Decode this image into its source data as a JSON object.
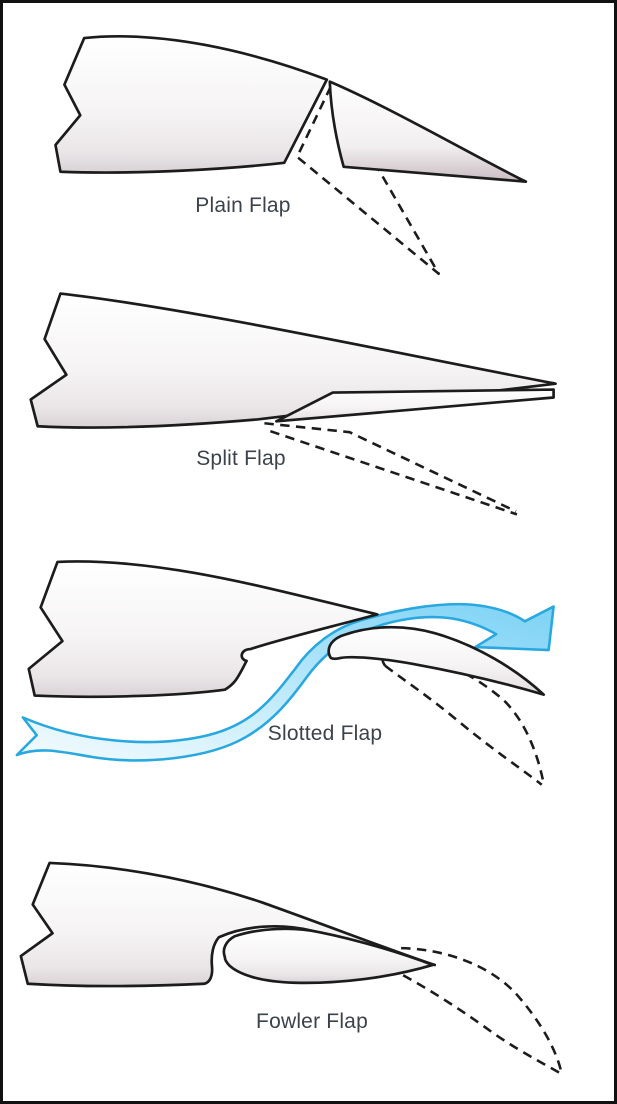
{
  "colors": {
    "outline": "#1c1c1c",
    "label_text": "#3b424c",
    "airflow_stroke": "#29a8e0",
    "airflow_fill": "#7cd2f6",
    "background": "#ffffff",
    "border": "#111111"
  },
  "panels": [
    {
      "id": "plain-flap",
      "label": "Plain Flap"
    },
    {
      "id": "split-flap",
      "label": "Split Flap"
    },
    {
      "id": "slotted-flap",
      "label": "Slotted Flap"
    },
    {
      "id": "fowler-flap",
      "label": "Fowler Flap"
    }
  ]
}
